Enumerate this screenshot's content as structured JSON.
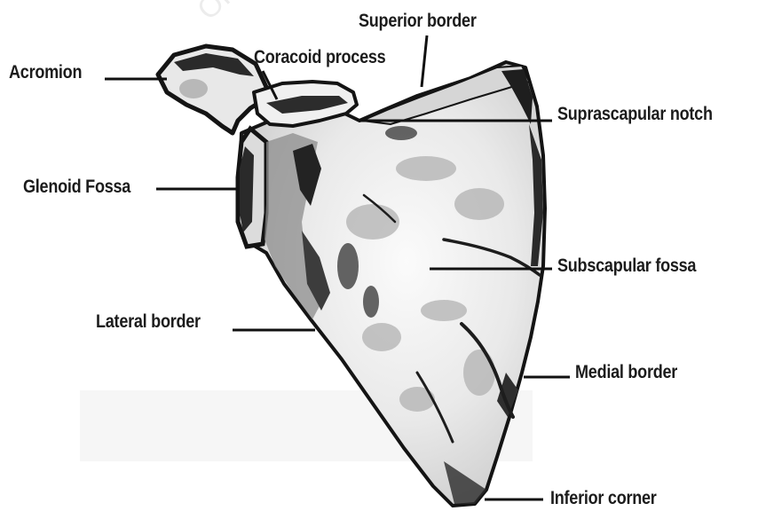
{
  "diagram": {
    "labels": {
      "acromion": "Acromion",
      "coracoid_process": "Coracoid process",
      "superior_border": "Superior border",
      "suprascapular_notch": "Suprascapular notch",
      "glenoid_fossa": "Glenoid Fossa",
      "subscapular_fossa": "Subscapular fossa",
      "lateral_border": "Lateral border",
      "medial_border": "Medial border",
      "inferior_corner": "Inferior corner"
    },
    "watermark": "OR AC"
  },
  "colors": {
    "text": "#1c1c1c",
    "leader_lines": "#111111",
    "bone_light": "#f4f4f4",
    "bone_mid": "#b8b8b8",
    "bone_dark": "#1a1a1a"
  }
}
